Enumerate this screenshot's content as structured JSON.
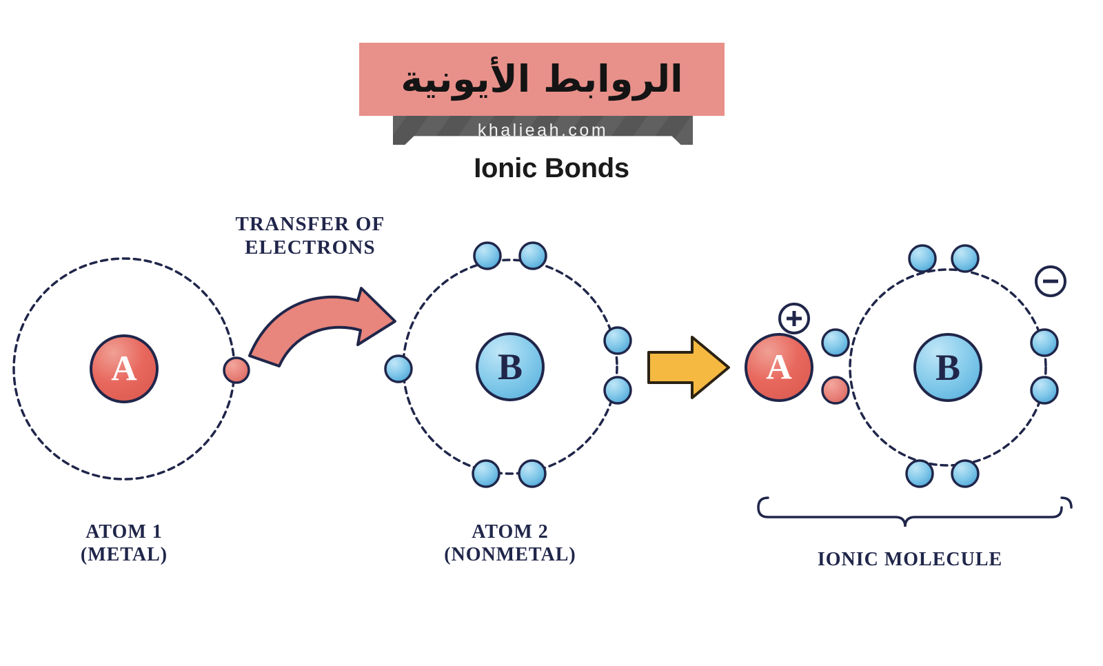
{
  "header": {
    "title_arabic": "الروابط الأيونية",
    "watermark": "khalieah.com",
    "subtitle": "Ionic Bonds"
  },
  "labels": {
    "transfer_line1": "TRANSFER OF",
    "transfer_line2": "ELECTRONS",
    "atom1_line1": "ATOM 1",
    "atom1_line2": "(METAL)",
    "atom2_line1": "ATOM 2",
    "atom2_line2": "(NONMETAL)",
    "molecule": "IONIC MOLECULE"
  },
  "atoms": {
    "atom1_symbol": "A",
    "atom2_symbol": "B",
    "ion_cation_symbol": "A",
    "ion_anion_symbol": "B",
    "cation_charge": "+",
    "anion_charge": "−"
  },
  "colors": {
    "band_pink": "#e8908a",
    "watermark_gray": "#595959",
    "navy": "#20264a",
    "red_nucleus": "#e8685e",
    "red_electron": "#e5776d",
    "blue_nucleus": "#7ec8e8",
    "blue_electron": "#6fbde4",
    "arrow_yellow": "#f5b942",
    "arrow_salmon": "#e8857c",
    "text_dark": "#1a1a1a"
  },
  "chart_data": {
    "type": "diagram",
    "title": "Ionic Bonds",
    "stages": [
      {
        "name": "atom1",
        "symbol": "A",
        "kind": "metal",
        "valence_electrons": 1,
        "electron_color": "red",
        "charge": null
      },
      {
        "name": "atom2",
        "symbol": "B",
        "kind": "nonmetal",
        "valence_electrons": 7,
        "electron_color": "blue",
        "charge": null
      },
      {
        "name": "ionic_molecule",
        "cation": {
          "symbol": "A",
          "charge": "+",
          "valence_electrons": 0
        },
        "anion": {
          "symbol": "B",
          "charge": "−",
          "valence_electrons": 8,
          "transferred_electrons": 1
        }
      }
    ],
    "process": "transfer of electrons"
  }
}
